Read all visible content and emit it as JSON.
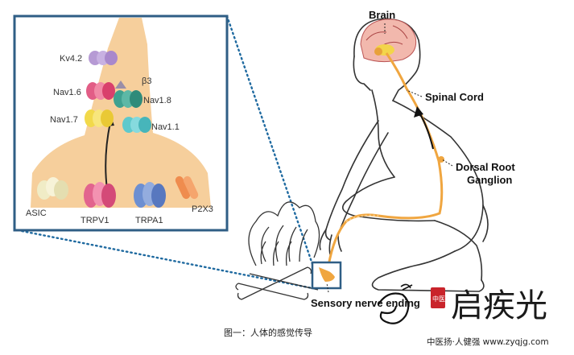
{
  "labels": {
    "brain": "Brain",
    "spinal_cord": "Spinal Cord",
    "dorsal_root": "Dorsal Root",
    "ganglion": "Ganglion",
    "sensory": "Sensory nerve ending"
  },
  "channels": {
    "kv42": "Kv4.2",
    "nav16": "Nav1.6",
    "beta3": "β3",
    "nav18": "Nav1.8",
    "nav17": "Nav1.7",
    "nav11": "Nav1.1",
    "asic": "ASIC",
    "trpv1": "TRPV1",
    "trpa1": "TRPA1",
    "p2x3": "P2X3"
  },
  "caption": "图一：人体的感觉传导",
  "watermark": {
    "brand_text": "启疾光",
    "seal_text": "中医",
    "subline": "中医扬·人健强 www.zyqjg.com"
  },
  "colors": {
    "frame": "#2f5e85",
    "dots": "#1f6aa0",
    "neuron": "#f6cf9c",
    "pathway": "#f0a640",
    "seal": "#c9242b"
  }
}
